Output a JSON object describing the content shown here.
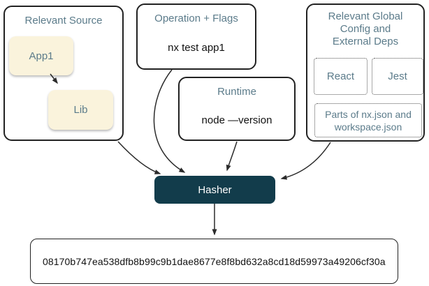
{
  "colors": {
    "box_border": "#222222",
    "title_text": "#5b7b8a",
    "node_fill": "#faf3dc",
    "hasher_fill": "#123c4b",
    "hasher_text": "#ffffff",
    "arrow": "#2b2b2b",
    "command_text": "#111111",
    "background": "#ffffff"
  },
  "source_group": {
    "title": "Relevant Source",
    "nodes": [
      {
        "label": "App1"
      },
      {
        "label": "Lib"
      }
    ]
  },
  "operation": {
    "title": "Operation + Flags",
    "command": "nx test app1"
  },
  "runtime": {
    "title": "Runtime",
    "command": "node —version"
  },
  "global_config": {
    "title_lines": [
      "Relevant Global",
      "Config and",
      "External Deps"
    ],
    "external_deps": [
      {
        "label": "React"
      },
      {
        "label": "Jest"
      }
    ],
    "config_note": "Parts of nx.json and workspace.json"
  },
  "hasher": {
    "label": "Hasher"
  },
  "hash_output": {
    "value": "08170b747ea538dfb8b99c9b1dae8677e8f8bd632a8cd18d59973a49206cf30a"
  }
}
